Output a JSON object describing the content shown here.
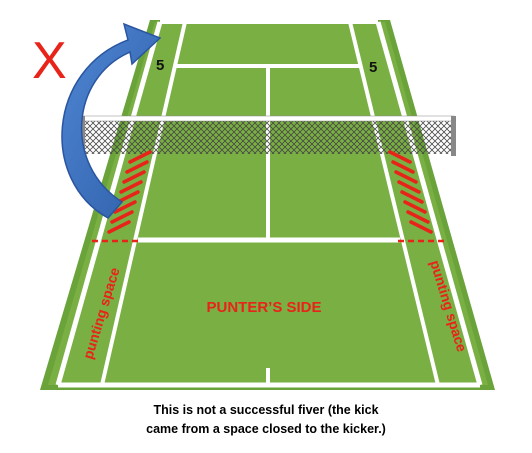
{
  "diagram": {
    "marker_x": "X",
    "service_number_left": "5",
    "service_number_right": "5",
    "side_label": "PUNTER’S SIDE",
    "punting_label_left": "punting space",
    "punting_label_right": "punting space"
  },
  "caption": {
    "line1": "This is not a successful fiver (the kick",
    "line2": "came from a space closed to the kicker.)"
  },
  "colors": {
    "court_green": "#7ab043",
    "court_dark_green": "#4a7a2a",
    "lines": "#ffffff",
    "accent_red": "#e8231a",
    "arrow_blue": "#3a6fc0",
    "net_gray": "#555555"
  }
}
